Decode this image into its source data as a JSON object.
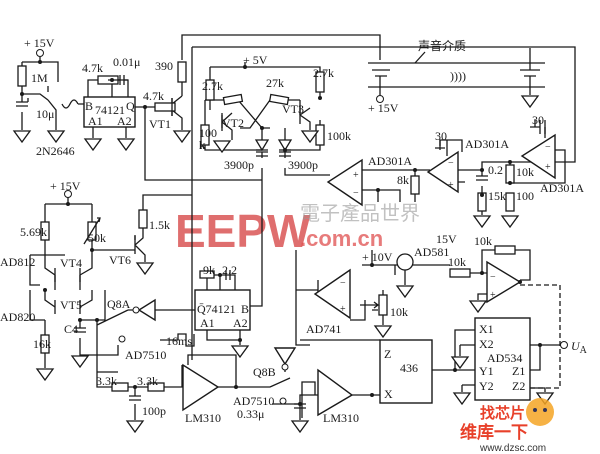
{
  "labels": {
    "v15_top": "+ 15V",
    "r_1m": "1M",
    "c_10u": "10μ",
    "ujt": "2N2646",
    "r_4k7_a": "4.7k",
    "c_001": "0.01μ",
    "ic_74121_a": "74121",
    "pin_b_a": "B",
    "pin_q_a": "Q",
    "pin_a1_a": "A1",
    "pin_a2_a": "A2",
    "r_4k7_b": "4.7k",
    "r_390": "390",
    "vt1": "VT1",
    "v5": "+ 5V",
    "r_27k": "27k",
    "r_2k7_l": "2.7k",
    "r_2k7_r": "2.7k",
    "vt2": "VT2",
    "vt3": "VT3",
    "r_100k_l": "100",
    "r_100k_l2": "k",
    "r_100k_r": "100k",
    "c_3900_l": "3900p",
    "c_3900_r": "3900p",
    "medium": "声音介质",
    "waves": "))))",
    "v15_tx": "+ 15V",
    "c_30_a": "30",
    "c_30_b": "30",
    "ad301a_1": "AD301A",
    "ad301a_2": "AD301A",
    "ad301a_3": "AD301A",
    "r_8k": "8k",
    "c_02": "0.2",
    "r_10k_a": "10k",
    "r_15k": "15k",
    "r_100": "100",
    "v15_left": "+ 15V",
    "r_569k": "5.69k",
    "r_50k": "50k",
    "ad812": "AD812",
    "vt4": "VT4",
    "vt5": "VT5",
    "ad820": "AD820",
    "vt6": "VT6",
    "r_1k5": "1.5k",
    "c4": "C4",
    "r_16k": "16k",
    "q8a": "Q8A",
    "ad7510_a": "AD7510",
    "r_9k": "9k",
    "c_22": "2.2",
    "ic_74121_b": "Q̄74121",
    "pin_b_b": "B",
    "pin_a1_b": "A1",
    "pin_a2_b": "A2",
    "pulse": "16ms",
    "r_3k3_a": "3.3k",
    "r_3k3_b": "3.3k",
    "c_100p": "100p",
    "lm310_a": "LM310",
    "q8b": "Q8B",
    "ad7510_b": "AD7510",
    "c_033": "0.33μ",
    "lm310_b": "LM310",
    "v15_ref": "15V",
    "v10": "+ 10V",
    "ad581": "AD581",
    "r_10k_b": "10k",
    "r_10k_fb": "10k",
    "ad741": "AD741",
    "r_10k_pot": "10k",
    "ic_436": "436",
    "pin_z": "Z",
    "pin_x": "X",
    "ad534": "AD534",
    "pin_x1": "X1",
    "pin_x2": "X2",
    "pin_y1": "Y1",
    "pin_y2": "Y2",
    "pin_z1": "Z1",
    "pin_z2": "Z2",
    "output": "U",
    "output_sub": "A",
    "minus": "−",
    "plus": "+"
  },
  "watermarks": {
    "eepw": "EEPW",
    "eepw_cn": "電子產品世界",
    "eepw_domain": ".com.cn",
    "dzsc_top": "找芯片",
    "dzsc_mid": "维库一下",
    "dzsc_url": "www.dzsc.com"
  }
}
